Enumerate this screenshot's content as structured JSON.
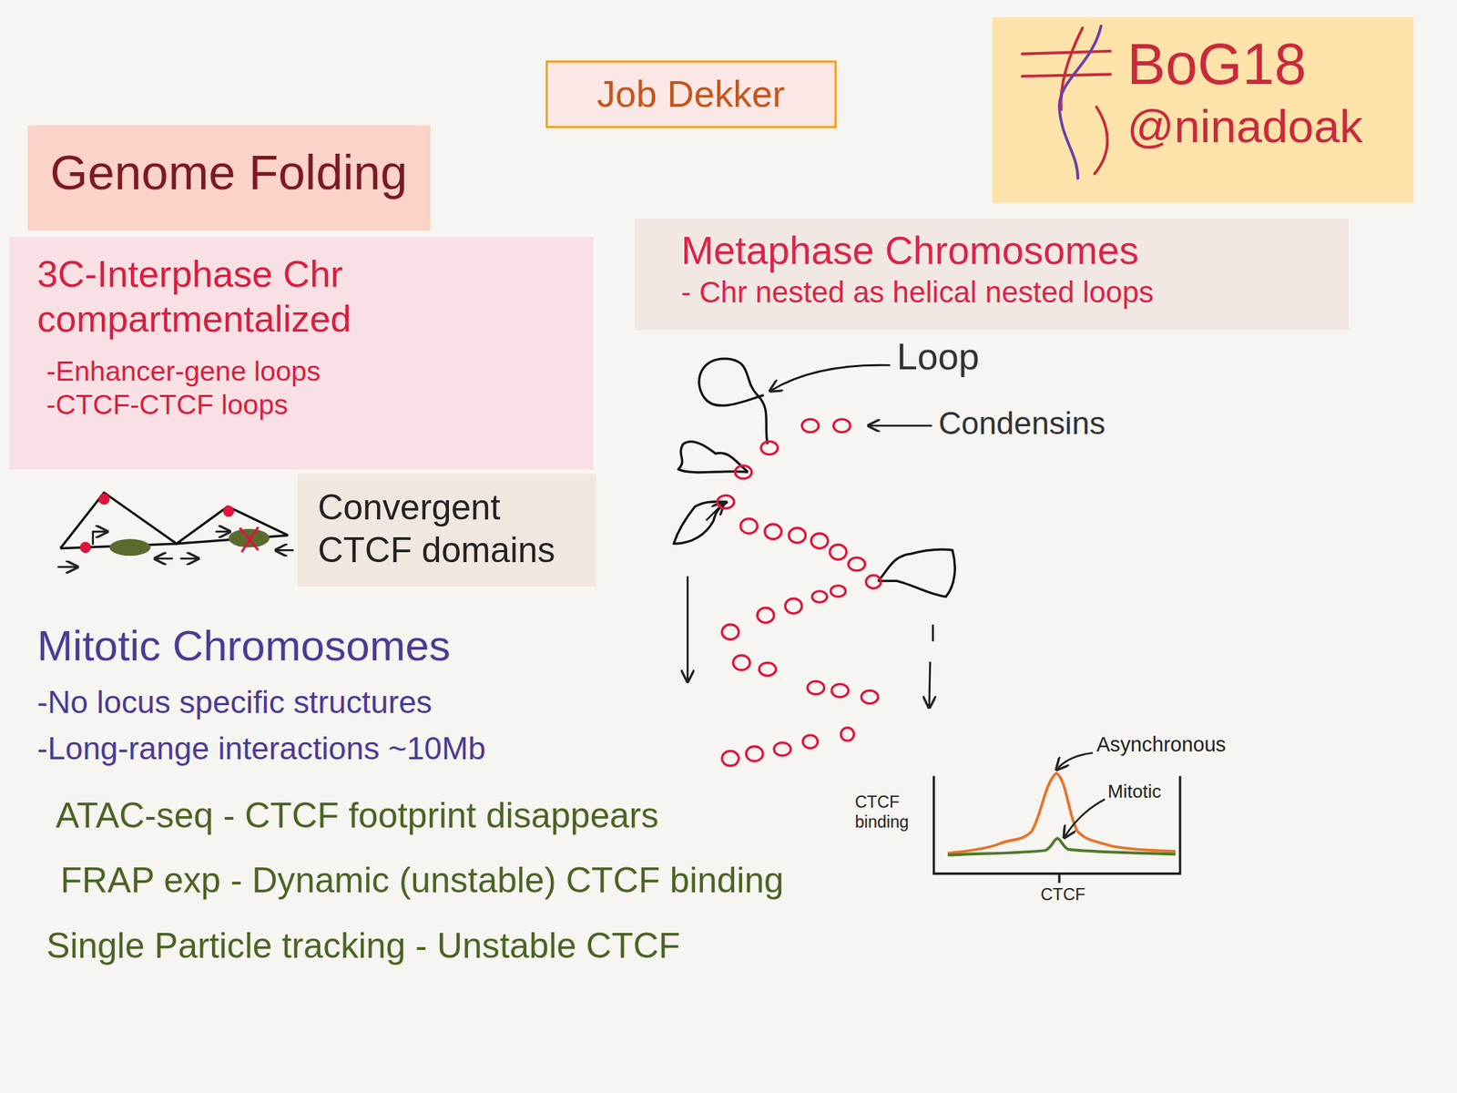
{
  "diagram": {
    "nodes": [
      {
        "text": [
          "Job Dekker"
        ]
      },
      {
        "text": [
          "BoG18",
          "@ninadoak"
        ]
      },
      {
        "text": [
          "Genome Folding"
        ]
      },
      {
        "text": [
          "3C-Interphase Chr compartmentalized",
          "-Enhancer-gene loops",
          "-CTCF-CTCF loops"
        ]
      },
      {
        "text": [
          "Convergent CTCF domains"
        ]
      },
      {
        "text": [
          "Metaphase Chromosomes",
          "- Chr nested as helical nested loops"
        ]
      }
    ],
    "labels": [
      "Loop",
      "Condensins",
      "Mitotic Chromosomes",
      "-No locus specific structures",
      "-Long-range interactions ~10Mb",
      "ATAC-seq - CTCF footprint disappears",
      "FRAP exp - Dynamic (unstable) CTCF binding",
      "Single Particle tracking - Unstable CTCF",
      "Asynchronous",
      "Mitotic",
      "CTCF binding",
      "CTCF"
    ]
  }
}
